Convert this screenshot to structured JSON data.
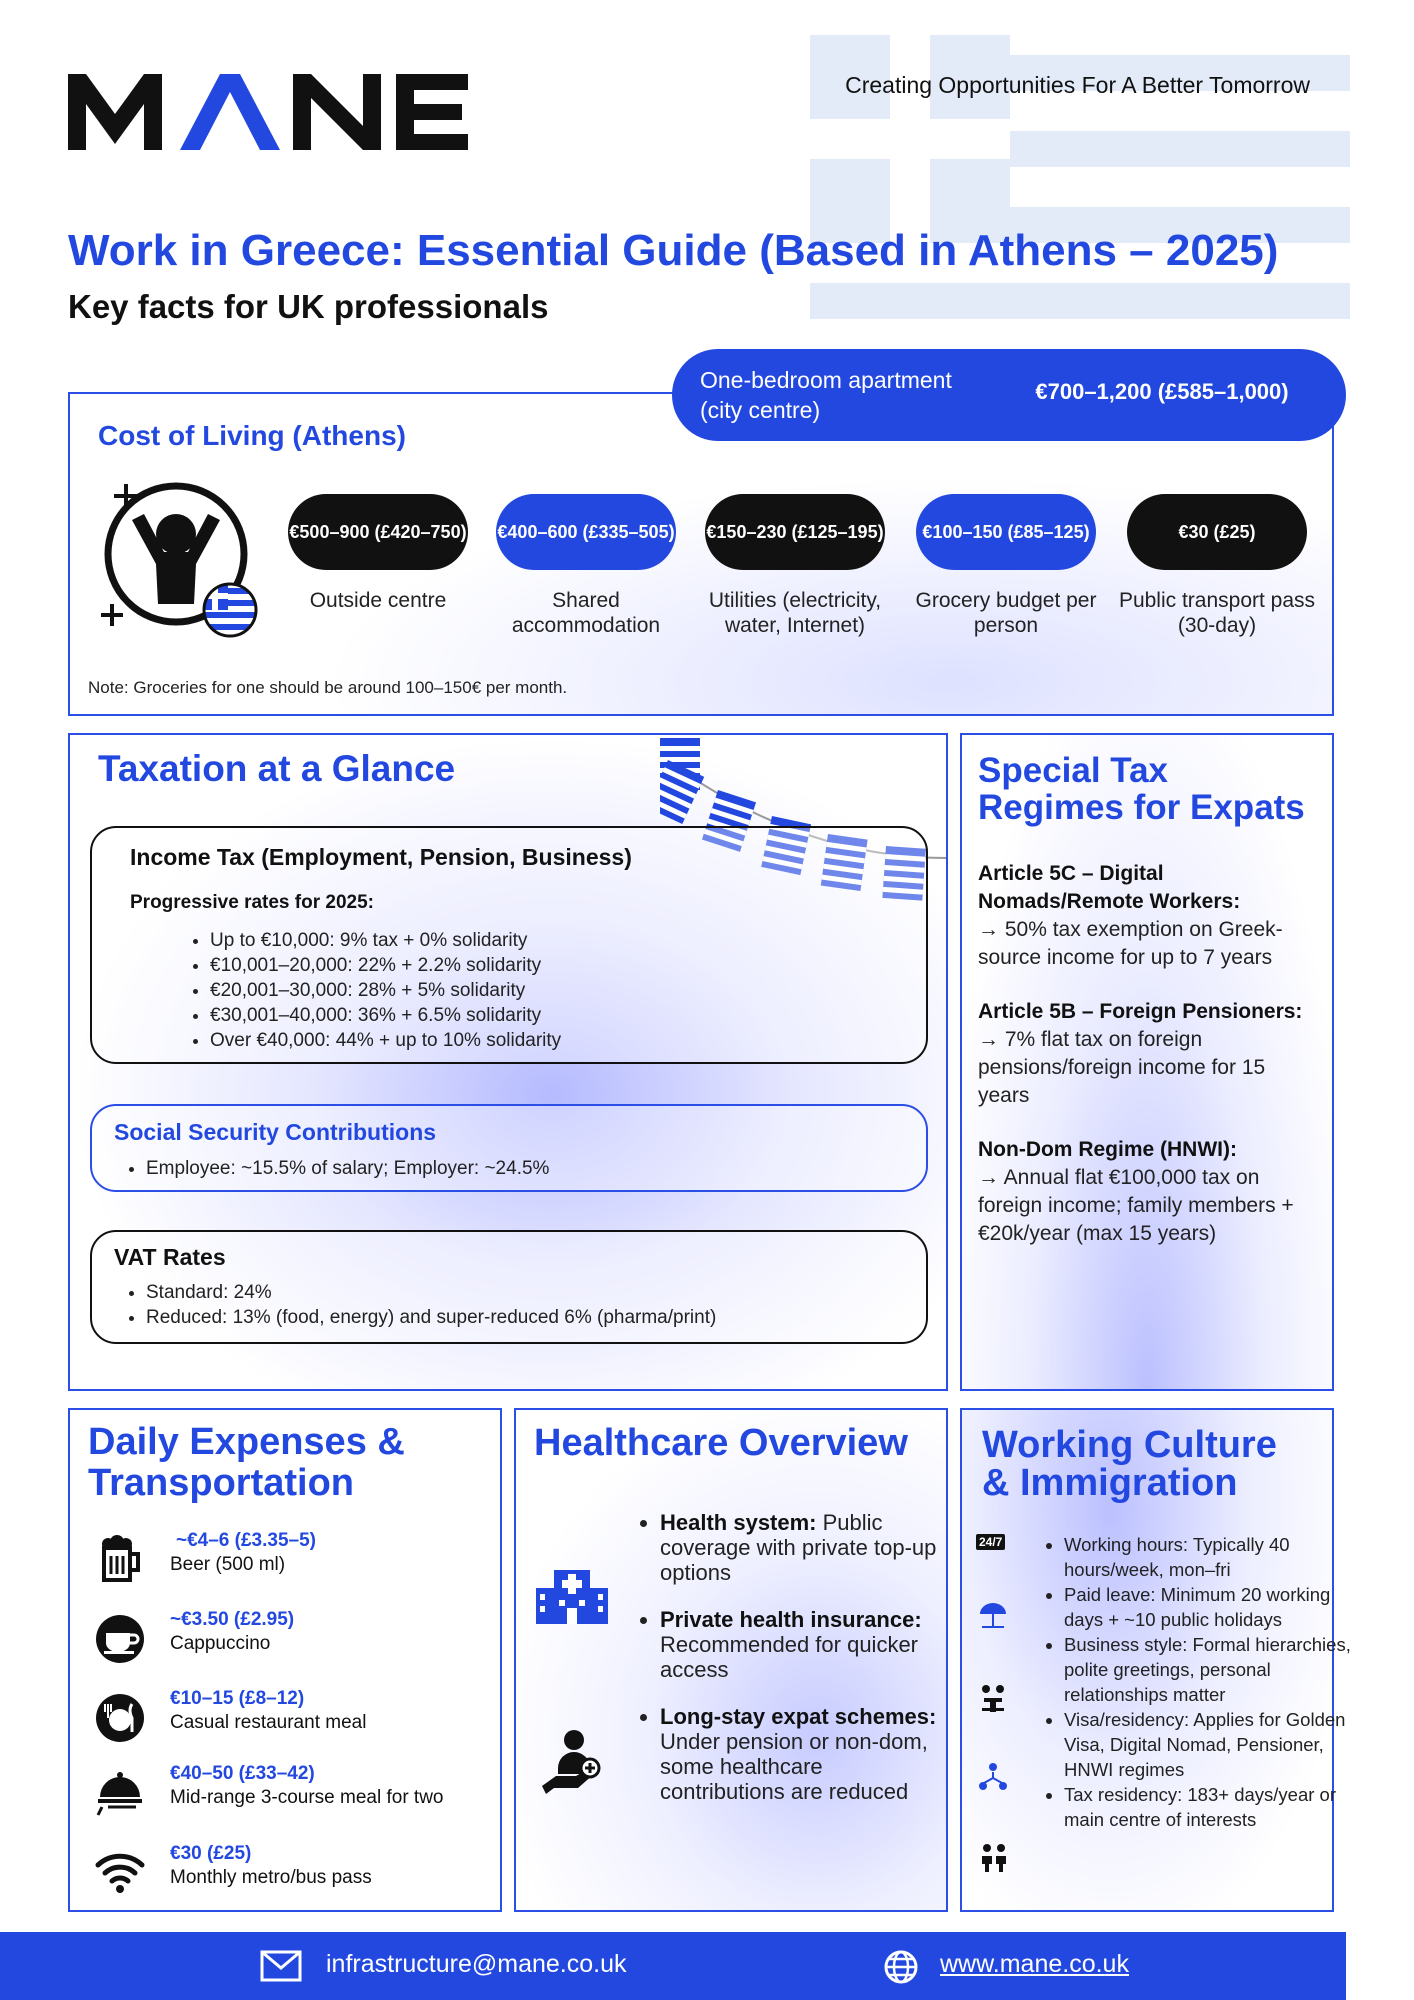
{
  "header": {
    "logo_text": "MANE",
    "tagline": "Creating Opportunities For A Better Tomorrow",
    "title": "Work in Greece: Essential Guide (Based in Athens – 2025)",
    "subtitle": "Key facts for UK professionals"
  },
  "cost_of_living": {
    "heading": "Cost of Living (Athens)",
    "apartment_label": "One-bedroom apartment (city centre)",
    "apartment_value": "€700–1,200 (£585–1,000)",
    "items": [
      {
        "value": "€500–900 (£420–750)",
        "label": "Outside centre",
        "color": "#111111"
      },
      {
        "value": "€400–600 (£335–505)",
        "label": "Shared accommodation",
        "color": "#2248e0"
      },
      {
        "value": "€150–230 (£125–195)",
        "label": "Utilities (electricity, water, Internet)",
        "color": "#111111"
      },
      {
        "value": "€100–150 (£85–125)",
        "label": "Grocery budget per person",
        "color": "#2248e0"
      },
      {
        "value": "€30 (£25)",
        "label": "Public transport pass (30-day)",
        "color": "#111111"
      }
    ],
    "note": "Note: Groceries for one should be around 100–150€ per month."
  },
  "taxation": {
    "heading": "Taxation at a Glance",
    "income_tax": {
      "title": "Income Tax (Employment, Pension, Business)",
      "subtitle": "Progressive rates for 2025:",
      "rates": [
        "Up to €10,000: 9% tax + 0% solidarity",
        "€10,001–20,000: 22% + 2.2% solidarity",
        "€20,001–30,000: 28% + 5% solidarity",
        "€30,001–40,000: 36% + 6.5% solidarity",
        "Over €40,000: 44% + up to 10% solidarity"
      ]
    },
    "social_security": {
      "title": "Social Security Contributions",
      "items": [
        "Employee: ~15.5% of salary; Employer: ~24.5%"
      ]
    },
    "vat": {
      "title": "VAT Rates",
      "items": [
        "Standard: 24%",
        "Reduced: 13% (food, energy) and super-reduced 6% (pharma/print)"
      ]
    }
  },
  "special_regimes": {
    "heading": "Special Tax Regimes for Expats",
    "items": [
      {
        "title": "Article 5C – Digital Nomads/Remote Workers:",
        "text": "→ 50% tax exemption on Greek-source income for up to 7 years"
      },
      {
        "title": "Article 5B – Foreign Pensioners:",
        "text": "→ 7% flat tax on foreign pensions/foreign income for 15 years"
      },
      {
        "title": "Non-Dom Regime (HNWI):",
        "text": "→ Annual flat €100,000 tax on foreign income; family members +€20k/year (max 15 years)"
      }
    ]
  },
  "daily_expenses": {
    "heading": "Daily Expenses & Transportation",
    "items": [
      {
        "value": "~€4–6 (£3.35–5)",
        "label": "Beer (500 ml)",
        "icon": "beer-icon"
      },
      {
        "value": "~€3.50 (£2.95)",
        "label": "Cappuccino",
        "icon": "coffee-cup-icon"
      },
      {
        "value": "€10–15 (£8–12)",
        "label": "Casual restaurant meal",
        "icon": "cutlery-icon"
      },
      {
        "value": "€40–50 (£33–42)",
        "label": "Mid-range 3-course meal for two",
        "icon": "cloche-icon"
      },
      {
        "value": "€30 (£25)",
        "label": "Monthly metro/bus pass",
        "icon": "wifi-icon"
      }
    ]
  },
  "healthcare": {
    "heading": "Healthcare Overview",
    "items": [
      {
        "bold": "Health system:",
        "text": " Public coverage with private top-up options"
      },
      {
        "bold": "Private health insurance:",
        "text": " Recommended for quicker access"
      },
      {
        "bold": "Long-stay expat schemes:",
        "text": " Under pension or non-dom, some healthcare contributions are reduced"
      }
    ]
  },
  "working_culture": {
    "heading": "Working Culture & Immigration",
    "items": [
      "Working hours: Typically 40 hours/week, mon–fri",
      "Paid leave: Minimum 20 working days + ~10 public holidays",
      "Business style: Formal hierarchies, polite greetings, personal relationships matter",
      "Visa/residency: Applies for Golden Visa, Digital Nomad, Pensioner, HNWI regimes",
      "Tax residency: 183+ days/year or main centre of interests"
    ],
    "icon_247": "24/7"
  },
  "footer": {
    "email": "infrastructure@mane.co.uk",
    "website": "www.mane.co.uk"
  },
  "colors": {
    "brand_blue": "#2248e0",
    "dark": "#111111"
  }
}
